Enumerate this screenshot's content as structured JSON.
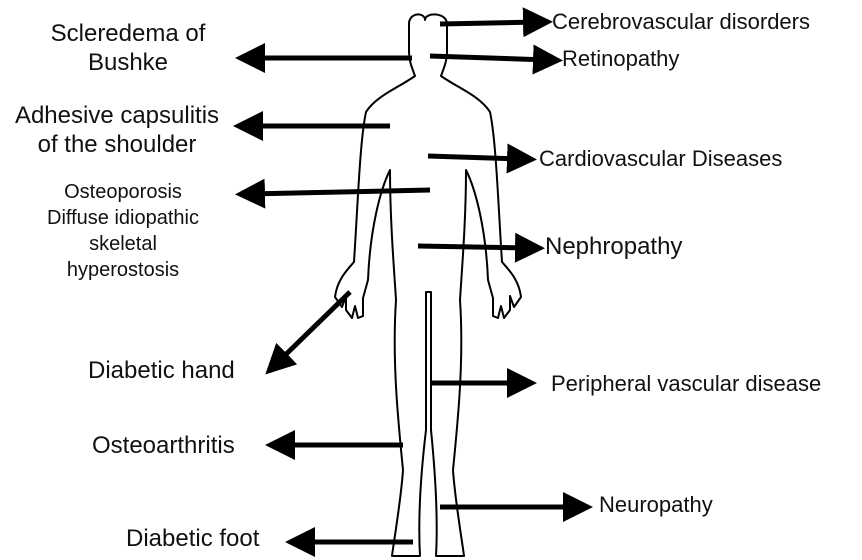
{
  "labels": {
    "scleredema_line1": "Scleredema of",
    "scleredema_line2": "Bushke",
    "adhesive_line1": "Adhesive capsulitis",
    "adhesive_line2": "of the shoulder",
    "osteoporosis": "Osteoporosis",
    "dish_line1": "Diffuse idiopathic",
    "dish_line2": "skeletal",
    "dish_line3": "hyperostosis",
    "diabetic_hand": "Diabetic hand",
    "osteoarthritis": "Osteoarthritis",
    "diabetic_foot": "Diabetic foot",
    "cerebrovascular": "Cerebrovascular disorders",
    "retinopathy": "Retinopathy",
    "cardiovascular": "Cardiovascular Diseases",
    "nephropathy": "Nephropathy",
    "peripheral_vascular": "Peripheral vascular disease",
    "neuropathy": "Neuropathy"
  },
  "colors": {
    "text": "#111111",
    "arrow": "#000000",
    "outline": "#000000",
    "background": "#ffffff"
  }
}
